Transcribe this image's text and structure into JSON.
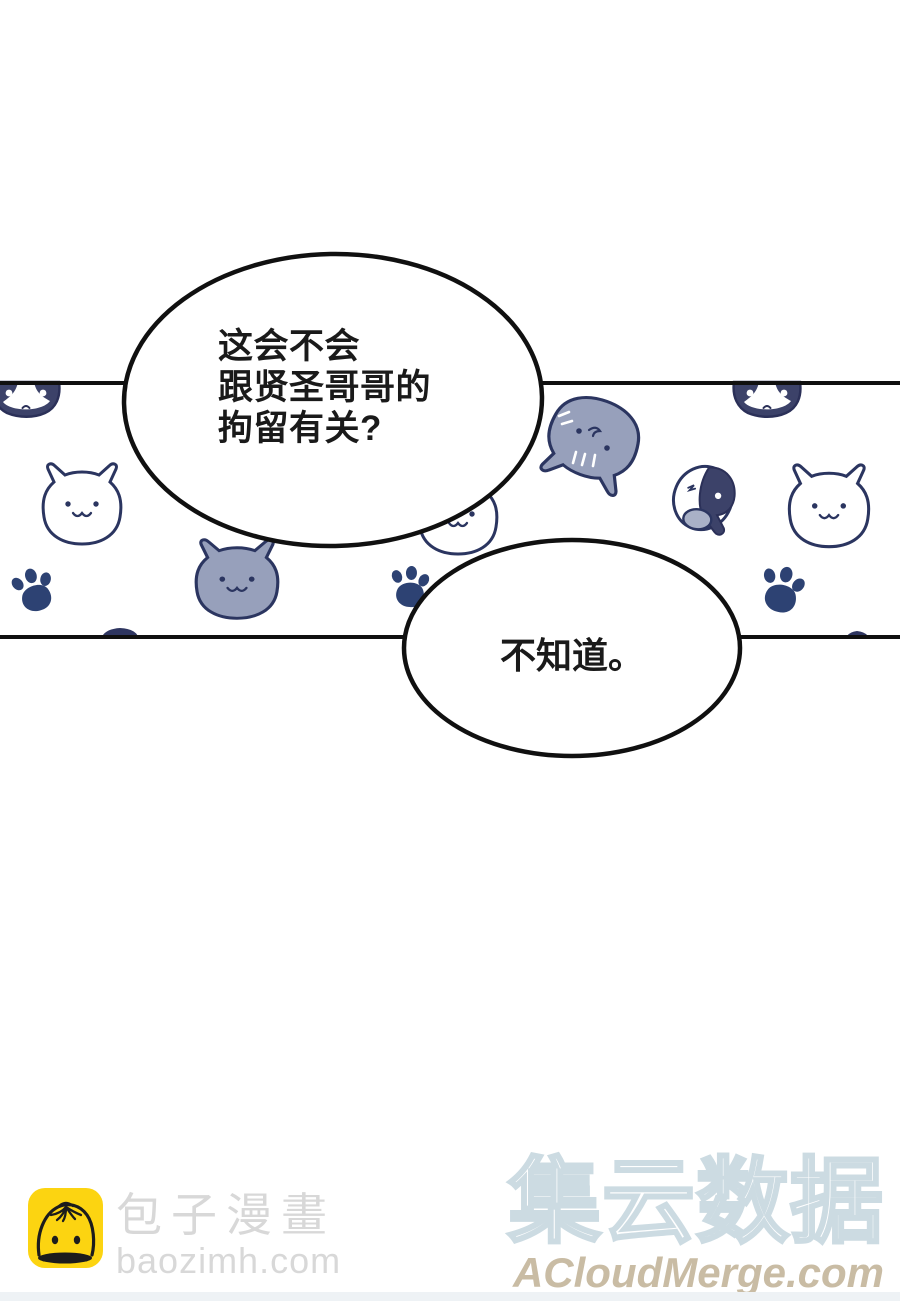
{
  "speech": {
    "bubble1_lines": [
      "这会不会",
      "跟贤圣哥哥的",
      "拘留有关?"
    ],
    "bubble2_text": "不知道。"
  },
  "watermark_left": {
    "site_name": "包子漫畫",
    "site_domain": "baozimh.com",
    "icon": "baozi-bun-icon"
  },
  "watermark_right": {
    "site_name": "集云数据",
    "site_domain": "ACloudMerge.com"
  },
  "pattern_items": [
    "tuxedo-cat-left",
    "white-cat-left",
    "paw-print-left",
    "gray-cat",
    "white-cat-middle",
    "paw-print-middle",
    "gray-tilted-cat",
    "tuxedo-cat-right",
    "calico-cat",
    "white-cat-right",
    "paw-print-right",
    "cut-cat-bump-left",
    "cut-cat-bump-right"
  ],
  "colors": {
    "navy_outline": "#2b3560",
    "tuxedo_navy": "#3c4269",
    "paw_navy": "#2d4273",
    "gray_cat": "#97a0bb",
    "calico_gray": "#a9b1c7",
    "line_black": "#101010",
    "icon_yellow": "#fcd411",
    "watermark_gray": "#d8d8d8",
    "watermark_tan": "#c9bca4",
    "watermark_outline_blue": "#ccdbe2",
    "footer_strip": "#eef2f5"
  }
}
